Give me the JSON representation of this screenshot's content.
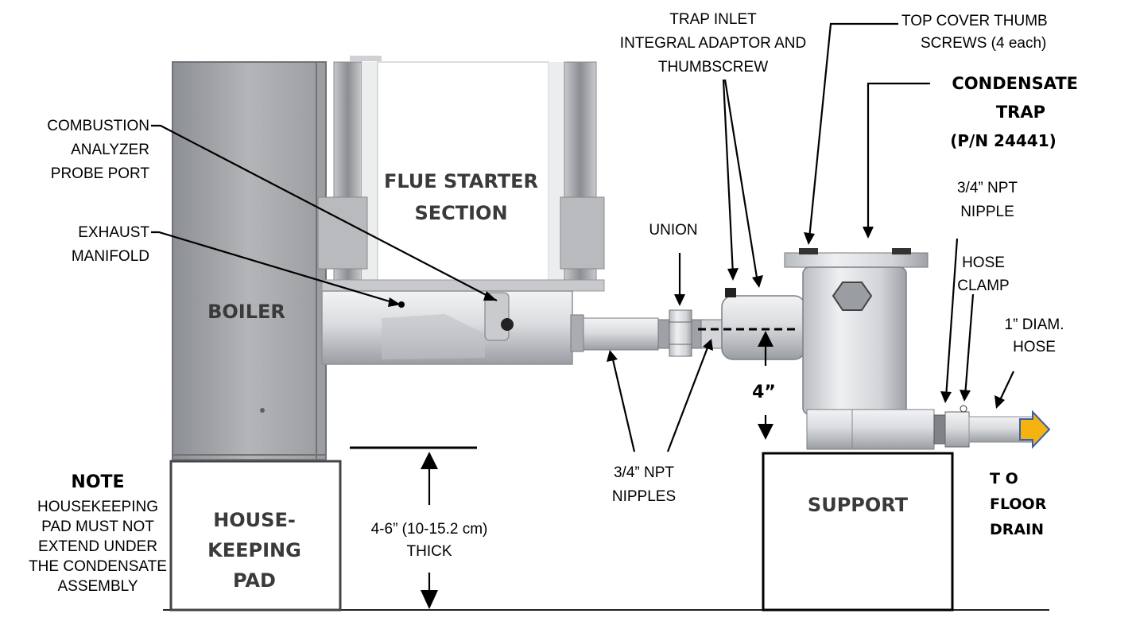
{
  "labels": {
    "combustion_port": [
      "COMBUSTION",
      "ANALYZER",
      "PROBE PORT"
    ],
    "exhaust_manifold": [
      "EXHAUST",
      "MANIFOLD"
    ],
    "trap_inlet": [
      "TRAP INLET",
      "INTEGRAL ADAPTOR AND",
      "THUMBSCREW"
    ],
    "top_cover": [
      "TOP COVER THUMB",
      "SCREWS (4 each)"
    ],
    "condensate_trap": [
      "CONDENSATE",
      "TRAP",
      "(P/N 24441)"
    ],
    "npt_nipple": [
      "3/4” NPT",
      "NIPPLE"
    ],
    "union": "UNION",
    "hose_clamp": [
      "HOSE",
      "CLAMP"
    ],
    "hose": [
      "1” DIAM.",
      "HOSE"
    ],
    "npt_nipples": [
      "3/4” NPT",
      "NIPPLES"
    ],
    "trap_height": "4”",
    "pad_thickness": [
      "4-6” (10-15.2 cm)",
      "THICK"
    ],
    "note_title": "NOTE",
    "note_body": [
      "HOUSEKEEPING",
      "PAD MUST NOT",
      "EXTEND UNDER",
      "THE CONDENSATE",
      "ASSEMBLY"
    ],
    "floor_drain": [
      "T O",
      "FLOOR",
      "DRAIN"
    ]
  },
  "sections": {
    "flue": [
      "FLUE STARTER",
      "SECTION"
    ],
    "boiler": "BOILER",
    "pad": [
      "HOUSE-",
      "KEEPING",
      "PAD"
    ],
    "support": "SUPPORT"
  },
  "colors": {
    "metal_light": "#d9dbde",
    "metal_dark": "#8e9196",
    "boiler_body": "#a3a5a8",
    "drain_arrow": "#f5b312",
    "drain_arrow_outline": "#3b5ea8"
  }
}
